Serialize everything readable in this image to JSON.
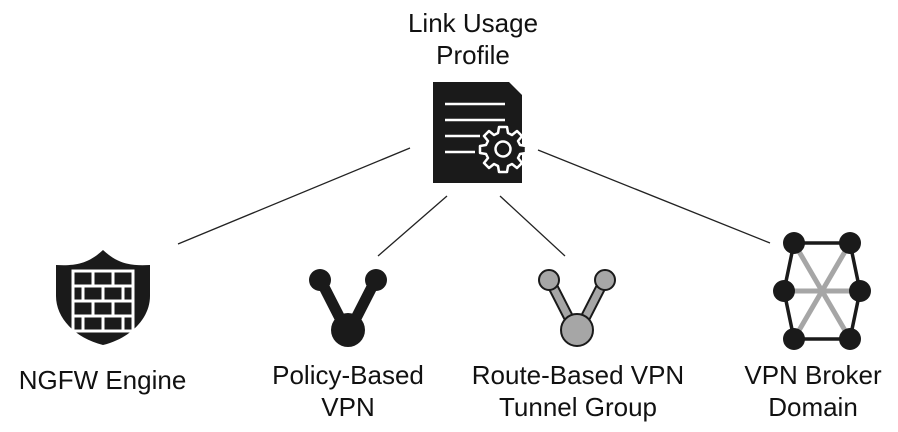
{
  "center": {
    "title_line1": "Link Usage",
    "title_line2": "Profile",
    "icon": "document-gear-icon"
  },
  "nodes": [
    {
      "line1": "NGFW Engine",
      "line2": "",
      "icon": "firewall-shield-icon"
    },
    {
      "line1": "Policy-Based",
      "line2": "VPN",
      "icon": "vpn-branch-dark-icon"
    },
    {
      "line1": "Route-Based VPN",
      "line2": "Tunnel Group",
      "icon": "vpn-branch-gray-icon"
    },
    {
      "line1": "VPN Broker",
      "line2": "Domain",
      "icon": "hexagon-network-icon"
    }
  ],
  "colors": {
    "dark": "#1a1a1a",
    "gray": "#a6a6a6",
    "line": "#222222"
  }
}
